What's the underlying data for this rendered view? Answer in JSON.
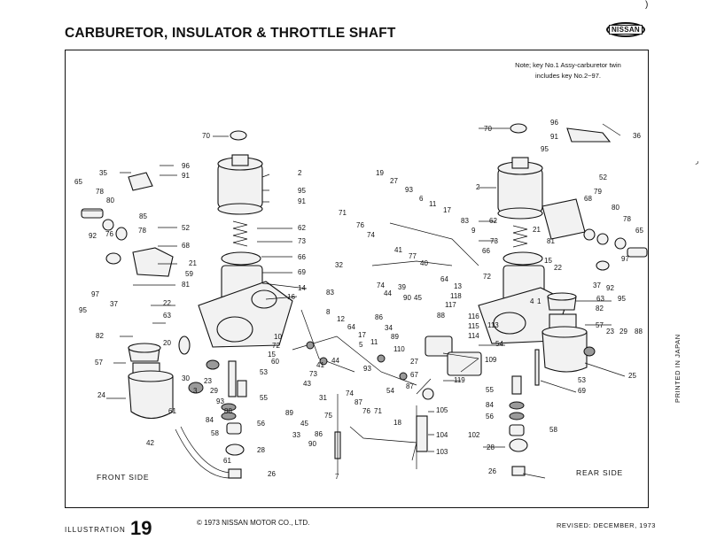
{
  "header": {
    "title": "CARBURETOR, INSULATOR & THROTTLE SHAFT",
    "brand": "NISSAN"
  },
  "note": {
    "line1": "Note; key No.1 Assy-carburetor twin",
    "line2": "includes key No.2~97."
  },
  "labels": {
    "front_side": "FRONT SIDE",
    "rear_side": "REAR SIDE",
    "printed": "PRINTED IN JAPAN"
  },
  "footer": {
    "illustration_label": "ILLUSTRATION",
    "illustration_number": "19",
    "copyright": "© 1973 NISSAN MOTOR CO., LTD.",
    "revised": "REVISED: DECEMBER, 1973"
  },
  "callouts": [
    "70",
    "2",
    "95",
    "91",
    "62",
    "73",
    "66",
    "69",
    "14",
    "16",
    "96",
    "91",
    "35",
    "65",
    "78",
    "80",
    "85",
    "78",
    "76",
    "52",
    "68",
    "21",
    "81",
    "92",
    "97",
    "37",
    "95",
    "59",
    "22",
    "63",
    "82",
    "20",
    "57",
    "24",
    "23",
    "29",
    "93",
    "88",
    "84",
    "56",
    "58",
    "3",
    "30",
    "61",
    "42",
    "61",
    "26",
    "28",
    "53",
    "55",
    "89",
    "43",
    "33",
    "45",
    "86",
    "90",
    "31",
    "75",
    "7",
    "83",
    "8",
    "12",
    "64",
    "17",
    "11",
    "10",
    "72",
    "15",
    "60",
    "44",
    "73",
    "41",
    "5",
    "27",
    "93",
    "67",
    "74",
    "87",
    "76",
    "71",
    "54",
    "87",
    "18",
    "19",
    "27",
    "93",
    "6",
    "11",
    "17",
    "83",
    "9",
    "71",
    "76",
    "74",
    "32",
    "77",
    "41",
    "40",
    "44",
    "74",
    "39",
    "90",
    "45",
    "86",
    "34",
    "89",
    "88",
    "13",
    "118",
    "117",
    "116",
    "115",
    "114",
    "113",
    "110",
    "109",
    "119",
    "105",
    "104",
    "102",
    "103",
    "70",
    "96",
    "91",
    "36",
    "95",
    "2",
    "52",
    "62",
    "73",
    "66",
    "21",
    "79",
    "68",
    "80",
    "78",
    "65",
    "81",
    "15",
    "22",
    "97",
    "37",
    "92",
    "95",
    "63",
    "82",
    "57",
    "4",
    "54",
    "23",
    "29",
    "88",
    "25",
    "53",
    "69",
    "55",
    "84",
    "56",
    "58",
    "28",
    "26",
    "1",
    "64",
    "72"
  ]
}
